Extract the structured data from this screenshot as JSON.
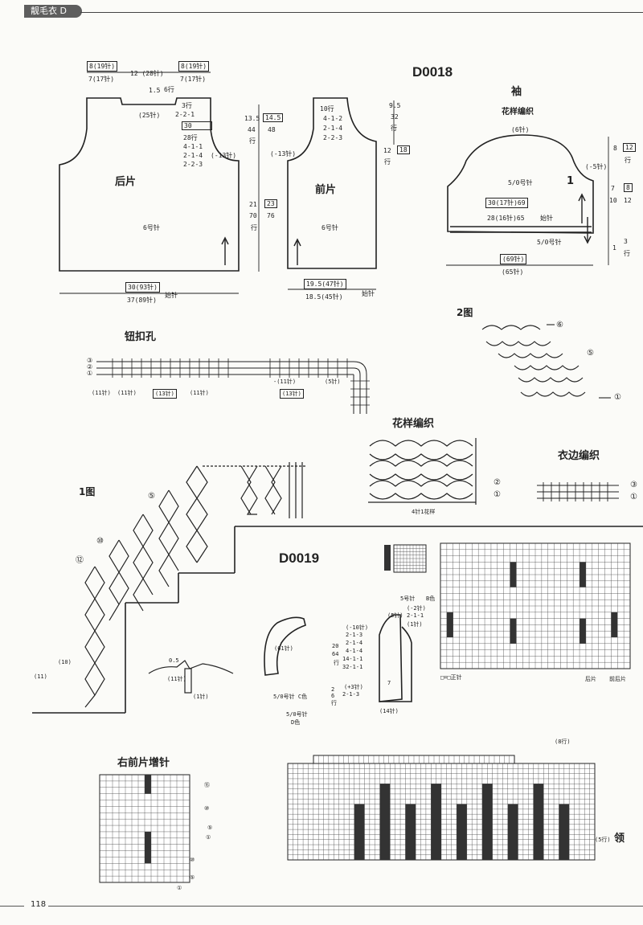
{
  "header": {
    "tab_label": "靓毛衣 D"
  },
  "page_number": "118",
  "d0018": {
    "code": "D0018",
    "back": {
      "label": "后片",
      "needle": "6号针",
      "top_left_box": "8(19针)",
      "top_left_sub": "7(17针)",
      "top_mid": "12 (28针)",
      "top_right_box": "8(19针)",
      "top_right_sub": "7(17针)",
      "neck_dec": "1.5",
      "neck_rows": "6行",
      "neck_sts": "(25针)",
      "arm_a": "3行",
      "arm_b": "2-2-1",
      "arm_box": "30",
      "arm_c": "28行",
      "arm_d": "4-1-1",
      "arm_e": "2-1-4",
      "arm_f": "2-2-3",
      "arm_dec": "(-13针)",
      "bottom_box": "30(93针)",
      "bottom_sub": "37(89针)",
      "bottom_start": "始针"
    },
    "middle": {
      "upper_a": "13.5",
      "upper_box_a": "14.5",
      "upper_b": "44",
      "upper_box_b": "48",
      "upper_c": "行",
      "lower_a": "21",
      "lower_box_a": "23",
      "lower_b": "70",
      "lower_box_b": "76",
      "lower_c": "行",
      "dec_left": "(-13针)"
    },
    "front": {
      "label": "前片",
      "needle": "6号针",
      "dec_a": "10行",
      "dec_b": "4-1-2",
      "dec_c": "2-1-4",
      "dec_d": "2-2-3",
      "arm_dec": "(-13针)",
      "right_a": "9.5",
      "right_b": "32",
      "right_c": "行",
      "right_d": "12",
      "right_box": "18",
      "right_e": "行",
      "bottom_box": "19.5(47针)",
      "bottom_sub": "18.5(45针)",
      "bottom_start": "始针"
    },
    "sleeve": {
      "title": "袖",
      "pattern": "花样编织",
      "top": "(6针)",
      "needle": "5/0号针",
      "num": "1",
      "box_a": "30(17针)69",
      "line_b": "28(16针)65",
      "start": "始针",
      "dec": "(-5针)",
      "hook_b": "5/0号针",
      "bottom_box": "(69针)",
      "bottom_sub": "(65针)",
      "right_a": "8",
      "right_box_a": "12",
      "right_b": "行",
      "right_c": "7",
      "right_box_b": "8",
      "right_d": "10",
      "right_box_c": "12",
      "right_e": "1",
      "right_f": "3",
      "right_g": "行"
    },
    "buttonhole": {
      "title": "钮扣孔",
      "r3": "③",
      "r2": "②",
      "r1": "①",
      "l1": "(11针)",
      "l2": "(11针)",
      "l3": "(13针)",
      "l4": "(11针)",
      "l5": "-(11针)",
      "l6": "(13针)",
      "l7": "(5针)"
    },
    "fig2": {
      "title": "2图",
      "r6": "⑥",
      "r5": "⑤",
      "r1": "①"
    },
    "pattern_knit": {
      "title": "花样编织",
      "r2": "②",
      "r1": "①",
      "repeat": "4针1花样"
    },
    "edge": {
      "title": "衣边编织",
      "r3": "③",
      "r1": "①"
    },
    "fig1": {
      "title": "1图",
      "r12": "⑫",
      "r10": "⑩",
      "r5": "⑤",
      "left_a": "(11)",
      "left_b": "(10)"
    }
  },
  "d0019": {
    "code": "D0019",
    "collar": {
      "label": "(61针)",
      "needle_a": "5/0号针 C色",
      "needle_b": "5/0号针",
      "color_b": "D色"
    },
    "sleeve_small": {
      "a": "0.5",
      "b": "(11针)",
      "c": "(1针)"
    },
    "shaping": {
      "hook": "5号针",
      "color": "B色",
      "top": "(5针)",
      "dec_a": "(-2针)",
      "dec_b": "2-1-1",
      "dec_c": "(1针)",
      "left_a": "(-10针)",
      "left_b": "2-1-3",
      "left_c": "2-1-4",
      "left_d": "4-1-4",
      "left_e": "14-1-1",
      "left_f": "32-1-1",
      "height_a": "20",
      "height_b": "64",
      "height_c": "行",
      "bottom_a": "(+3针)",
      "bottom_b": "2-1-3",
      "bottom_c": "(14针)",
      "bottom_left_a": "2",
      "bottom_left_b": "6",
      "bottom_left_c": "行",
      "mark": "7"
    },
    "chart": {
      "legend": "□=□正针",
      "back": "后片",
      "front": "前后片"
    },
    "right_front": {
      "title": "右前片增针",
      "r15": "⑮",
      "r10": "⑩",
      "r5": "⑤",
      "r1": "①",
      "rr10": "⑩",
      "rr5": "⑤",
      "rr1": "①"
    },
    "bottom_chart": {
      "neck": "领",
      "label_a": "(8行)",
      "label_b": "(5行)"
    }
  }
}
